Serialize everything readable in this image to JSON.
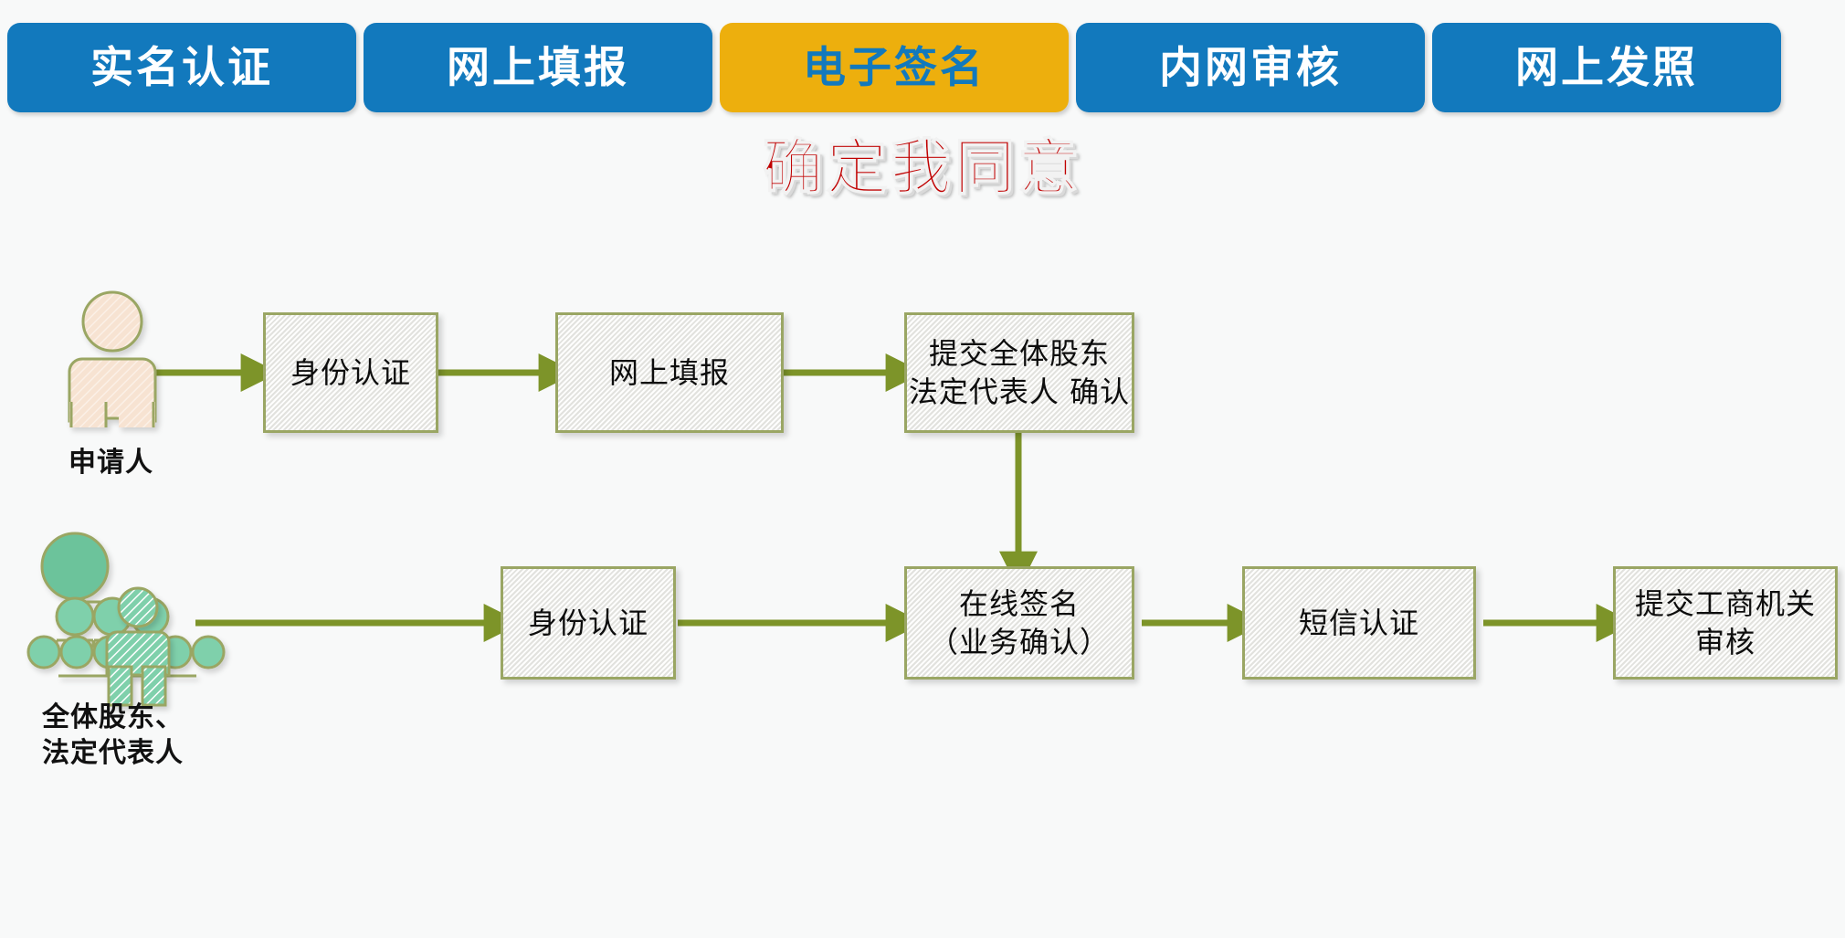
{
  "page": {
    "background_color": "#f8f9f9",
    "title": "确定我同意",
    "title_color": "#c00000"
  },
  "tabs": {
    "active_index": 2,
    "blue_color": "#1279bd",
    "active_color": "#edaf0d",
    "active_text_color": "#1279bd",
    "items": [
      {
        "label": "实名认证",
        "state": "inactive"
      },
      {
        "label": "网上填报",
        "state": "inactive"
      },
      {
        "label": "电子签名",
        "state": "active"
      },
      {
        "label": "内网审核",
        "state": "inactive"
      },
      {
        "label": "网上发照",
        "state": "inactive"
      }
    ]
  },
  "diagram": {
    "arrow_color": "#7d9429",
    "box_border_color": "#9aa664",
    "box_fill_color": "#f0f0ee",
    "applicant_icon_fill": "#f7e3d2",
    "applicant_icon_stroke": "#9aa664",
    "group_icon_fill": "#6cc39b",
    "person2_icon_fill": "#7fd0ab",
    "actors": [
      {
        "id": "applicant",
        "icon": "person-icon",
        "label": "申请人"
      },
      {
        "id": "shareholders",
        "icon": "org-hierarchy-icon",
        "label": "全体股东、\n法定代表人"
      }
    ],
    "row1": [
      {
        "id": "id-auth-1",
        "text": "身份认证"
      },
      {
        "id": "online-filing",
        "text": "网上填报"
      },
      {
        "id": "submit-confirm",
        "text": "提交全体股东\n法定代表人 确认"
      }
    ],
    "row2": [
      {
        "id": "id-auth-2",
        "text": "身份认证"
      },
      {
        "id": "online-sign",
        "text": "在线签名\n（业务确认）"
      },
      {
        "id": "sms-auth",
        "text": "短信认证"
      },
      {
        "id": "submit-review",
        "text": "提交工商机关\n审核"
      }
    ],
    "connectors": [
      {
        "from": "applicant",
        "to": "id-auth-1",
        "direction": "right"
      },
      {
        "from": "id-auth-1",
        "to": "online-filing",
        "direction": "right"
      },
      {
        "from": "online-filing",
        "to": "submit-confirm",
        "direction": "right"
      },
      {
        "from": "submit-confirm",
        "to": "online-sign",
        "direction": "down"
      },
      {
        "from": "shareholders",
        "to": "id-auth-2",
        "direction": "right"
      },
      {
        "from": "id-auth-2",
        "to": "online-sign",
        "direction": "right"
      },
      {
        "from": "online-sign",
        "to": "sms-auth",
        "direction": "right"
      },
      {
        "from": "sms-auth",
        "to": "submit-review",
        "direction": "right"
      }
    ]
  }
}
